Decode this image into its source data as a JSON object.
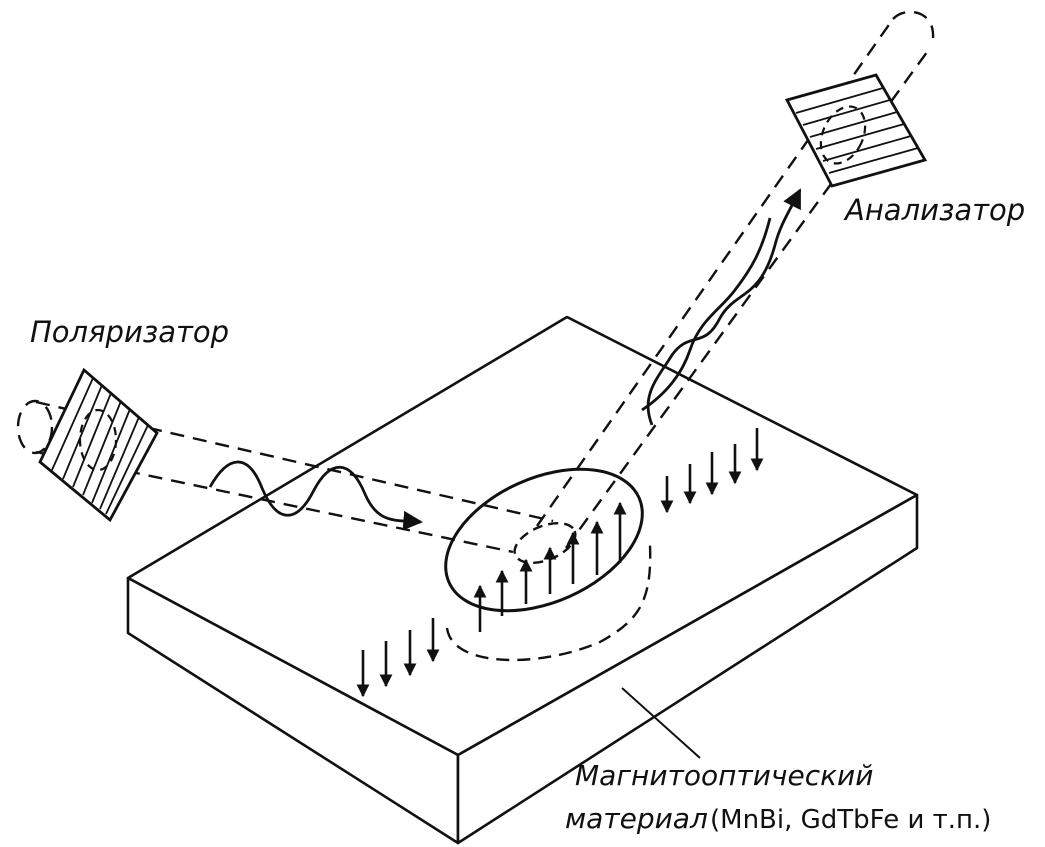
{
  "labels": {
    "polarizer": "Поляризатор",
    "analyzer": "Анализатор",
    "material_line1": "Магнитооптический",
    "material_line2_prefix": "материал",
    "material_line2_paren": "(MnBi, GdTbFe и т.п.)"
  },
  "colors": {
    "ink": "#111111",
    "background": "#ffffff"
  }
}
